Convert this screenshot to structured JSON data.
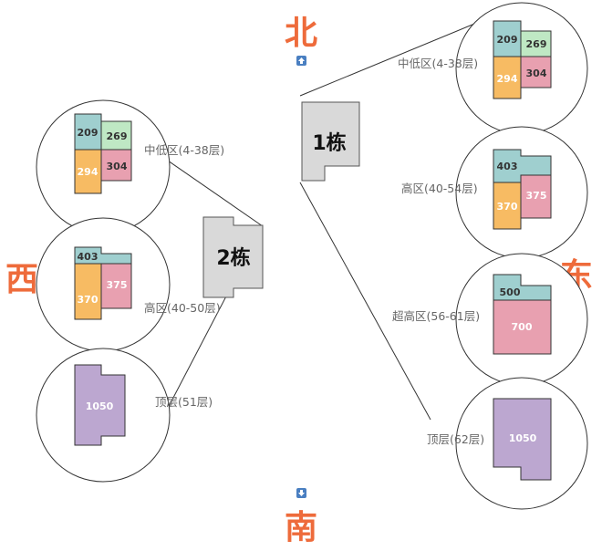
{
  "directions": {
    "north": "北",
    "south": "南",
    "west": "西",
    "east": "东"
  },
  "buildings": {
    "b1": {
      "label": "1栋",
      "zones": [
        {
          "label": "中低区(4-38层)",
          "units": [
            "209",
            "269",
            "294",
            "304"
          ]
        },
        {
          "label": "高区(40-54层)",
          "units": [
            "403",
            "375",
            "370"
          ]
        },
        {
          "label": "超高区(56-61层)",
          "units": [
            "500",
            "700"
          ]
        },
        {
          "label": "顶层(62层)",
          "units": [
            "1050"
          ]
        }
      ]
    },
    "b2": {
      "label": "2栋",
      "zones": [
        {
          "label": "中低区(4-38层)",
          "units": [
            "209",
            "269",
            "294",
            "304"
          ]
        },
        {
          "label": "高区(40-50层)",
          "units": [
            "403",
            "375",
            "370"
          ]
        },
        {
          "label": "顶层(51层)",
          "units": [
            "1050"
          ]
        }
      ]
    }
  },
  "colors": {
    "direction": "#ee6b3b",
    "building_fill": "#d9d9d9",
    "teal": "#9fcfcf",
    "mint": "#bfe8c4",
    "orange": "#f7bb63",
    "pink": "#e8a0b0",
    "purple": "#bca7d0",
    "arrow_badge": "#4a7fc1"
  }
}
